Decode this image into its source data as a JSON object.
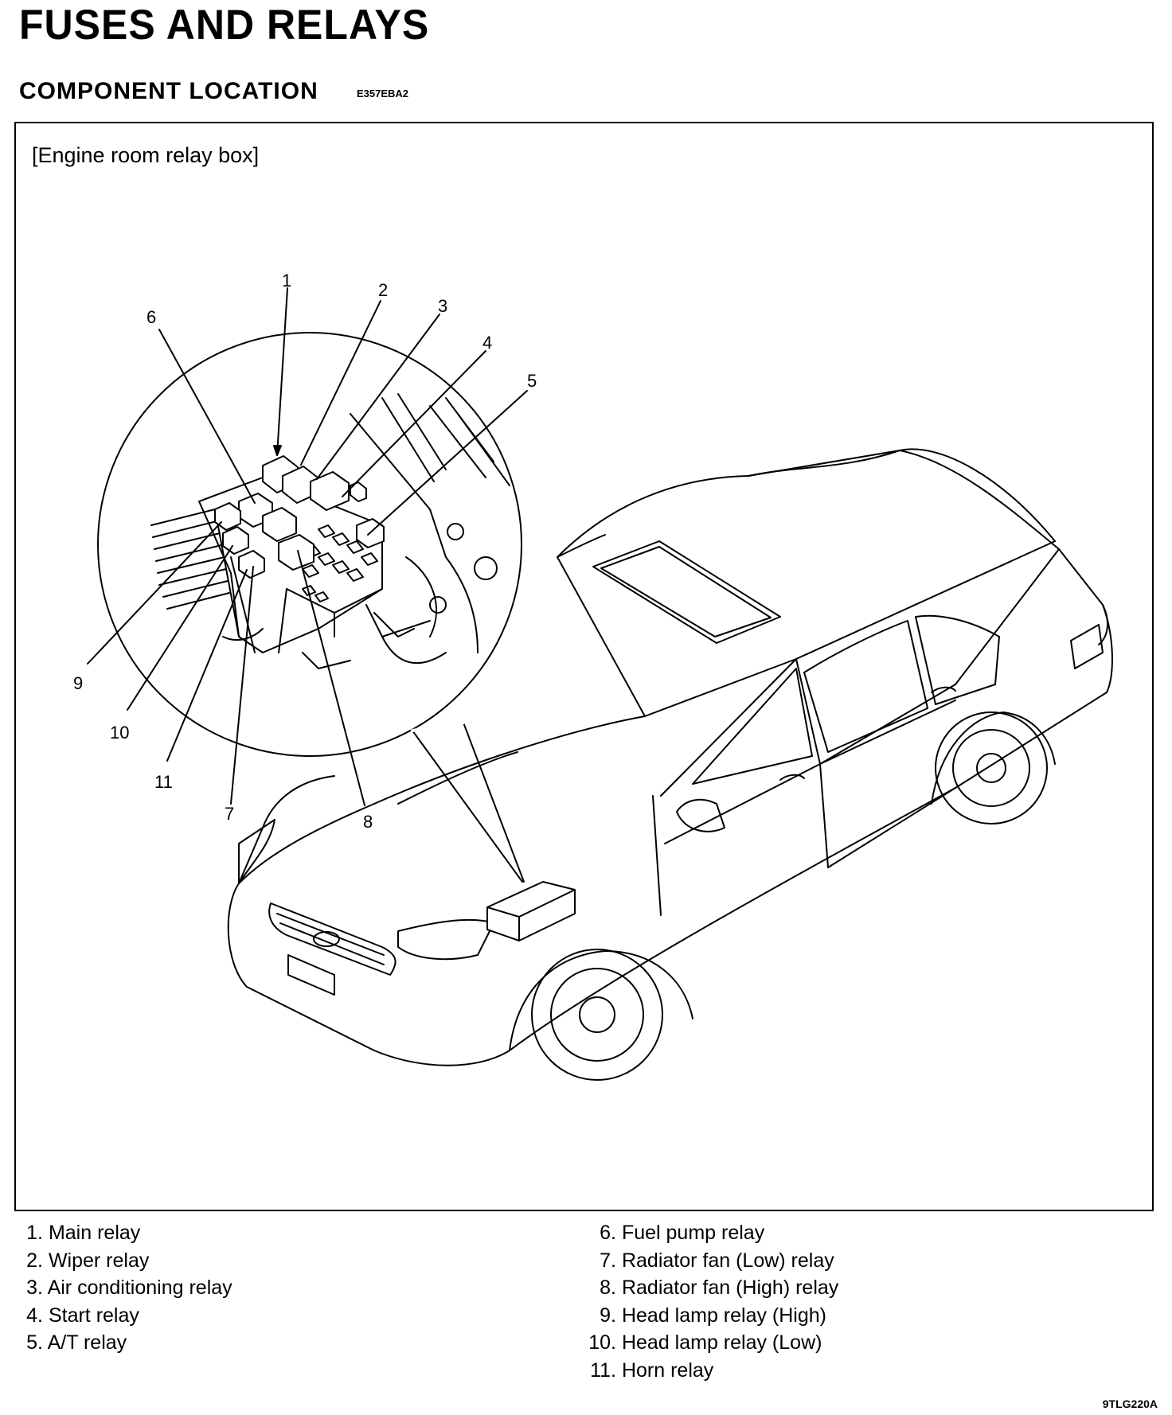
{
  "header": {
    "title": "FUSES AND RELAYS",
    "section": "COMPONENT LOCATION",
    "section_code": "E357EBA2"
  },
  "figure": {
    "caption": "[Engine room relay box]",
    "callouts": [
      "1",
      "2",
      "3",
      "4",
      "5",
      "6",
      "7",
      "8",
      "9",
      "10",
      "11"
    ],
    "figure_code": "9TLG220A"
  },
  "legend": {
    "left": [
      {
        "num": "1.",
        "label": "Main relay"
      },
      {
        "num": "2.",
        "label": "Wiper relay"
      },
      {
        "num": "3.",
        "label": "Air conditioning relay"
      },
      {
        "num": "4.",
        "label": "Start relay"
      },
      {
        "num": "5.",
        "label": "A/T relay"
      }
    ],
    "right": [
      {
        "num": "6.",
        "label": "Fuel pump relay"
      },
      {
        "num": "7.",
        "label": "Radiator fan (Low) relay"
      },
      {
        "num": "8.",
        "label": "Radiator fan (High) relay"
      },
      {
        "num": "9.",
        "label": "Head lamp relay (High)"
      },
      {
        "num": "10.",
        "label": "Head lamp relay (Low)"
      },
      {
        "num": "11.",
        "label": "Horn relay"
      }
    ]
  }
}
